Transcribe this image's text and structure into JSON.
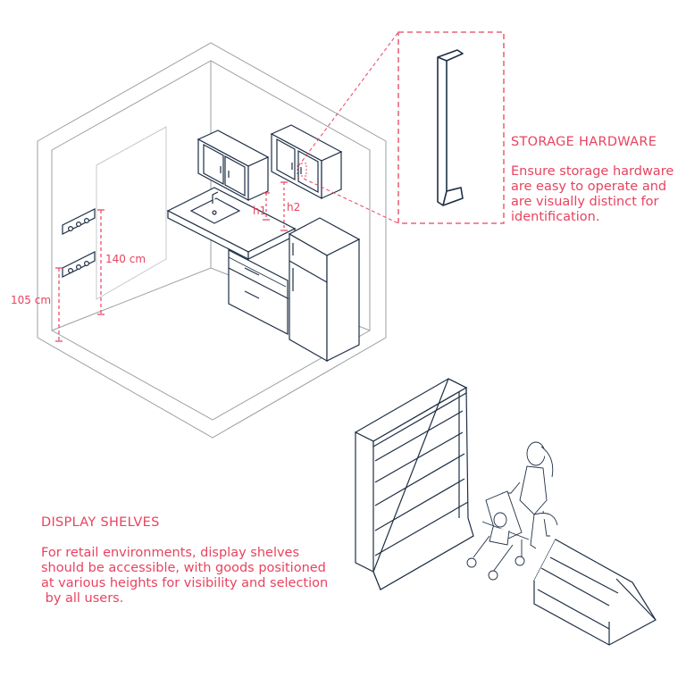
{
  "storage": {
    "heading": "STORAGE HARDWARE",
    "body_lines": [
      "Ensure storage hardware",
      "are easy to operate and",
      "are visually distinct for",
      "identification."
    ]
  },
  "display": {
    "heading": "DISPLAY SHELVES",
    "body_lines": [
      "For retail environments, display shelves",
      "should be accessible, with goods positioned",
      "at various heights for visibility and selection",
      " by all users."
    ]
  },
  "dimensions": {
    "hook_upper": "140 cm",
    "hook_lower": "105 cm",
    "h1": "h1",
    "h2": "h2"
  },
  "colors": {
    "accent": "#e8435f",
    "line": "#1f2f45",
    "room": "#9aa0a6"
  }
}
